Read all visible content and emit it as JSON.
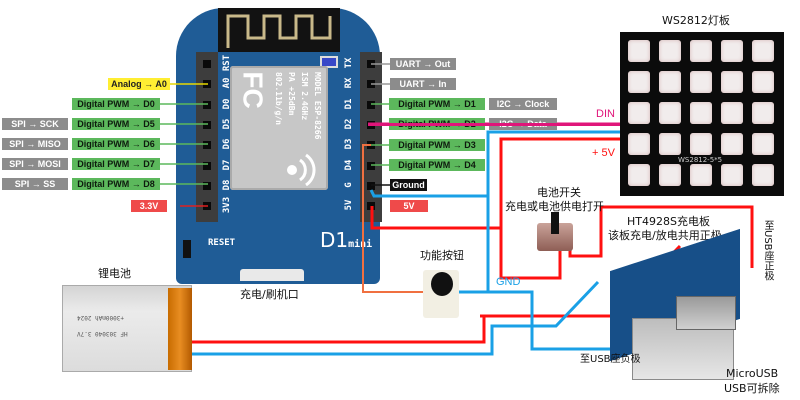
{
  "board": {
    "name": "D1 mini",
    "brand_text": "D1",
    "brand_suffix": "mini",
    "reset_label": "RESET",
    "module_text": [
      "MODEL ESP-8266",
      "ISM 2.4GHz",
      "PA +25dBm",
      "802.11b/g/n"
    ],
    "fc_mark": "FC",
    "left_pins": [
      "RST",
      "A0",
      "D0",
      "D5",
      "D6",
      "D7",
      "D8",
      "3V3"
    ],
    "right_pins": [
      "TX",
      "RX",
      "D1",
      "D2",
      "D3",
      "D4",
      "G",
      "5V"
    ],
    "usb_port_label": "充电/刷机口"
  },
  "left_labels": [
    {
      "pin": "A0",
      "text": "Analog → A0",
      "color": "yellow"
    },
    {
      "pin": "D0",
      "text": "Digital PWM → D0",
      "color": "green"
    },
    {
      "pin": "D5",
      "text": "Digital PWM → D5",
      "color": "green",
      "alt": "SPI → SCK"
    },
    {
      "pin": "D6",
      "text": "Digital PWM → D6",
      "color": "green",
      "alt": "SPI → MISO"
    },
    {
      "pin": "D7",
      "text": "Digital PWM → D7",
      "color": "green",
      "alt": "SPI → MOSI"
    },
    {
      "pin": "D8",
      "text": "Digital PWM → D8",
      "color": "green",
      "alt": "SPI → SS"
    },
    {
      "pin": "3V3",
      "text": "3.3V",
      "color": "red"
    }
  ],
  "right_labels": [
    {
      "pin": "TX",
      "text": "UART → Out",
      "color": "gray"
    },
    {
      "pin": "RX",
      "text": "UART → In",
      "color": "gray"
    },
    {
      "pin": "D1",
      "text": "Digital PWM → D1",
      "color": "green",
      "alt": "I2C → Clock"
    },
    {
      "pin": "D2",
      "text": "Digital PWM → D2",
      "color": "green",
      "alt": "I2C → Data"
    },
    {
      "pin": "D3",
      "text": "Digital PWM → D3",
      "color": "green"
    },
    {
      "pin": "D4",
      "text": "Digital PWM → D4",
      "color": "green"
    },
    {
      "pin": "G",
      "text": "Ground",
      "color": "black"
    },
    {
      "pin": "5V",
      "text": "5V",
      "color": "red"
    }
  ],
  "led_panel": {
    "title": "WS2812灯板",
    "silk": "WS2812-5*5",
    "rows": 5,
    "cols": 5,
    "din_label": "DIN",
    "power_label": "+ 5V"
  },
  "switch": {
    "title": "电池开关",
    "subtitle": "充电或电池供电打开"
  },
  "charger": {
    "title": "HT4928S充电板",
    "subtitle": "该板充电/放电共用正极",
    "usb_pos_label": "至USB座正极",
    "usb_neg_label": "至USB座负极",
    "usb_label_1": "MicroUSB",
    "usb_label_2": "USB可拆除"
  },
  "button": {
    "title": "功能按钮"
  },
  "battery": {
    "title": "锂电池",
    "print": [
      "+3000mAh 2024",
      "HF 303040 3.7V"
    ]
  },
  "gnd_label": "GND",
  "colors": {
    "din_wire": "#e0157a",
    "power_wire": "#ff1010",
    "gnd_wire": "#1aa0e6",
    "button_wire": "#f07040",
    "pcb": "#1f5c96",
    "label_green": "#5cb85c",
    "label_gray": "#8c8c8c",
    "label_yellow": "#ffee33",
    "label_red": "#ef4a4a"
  }
}
